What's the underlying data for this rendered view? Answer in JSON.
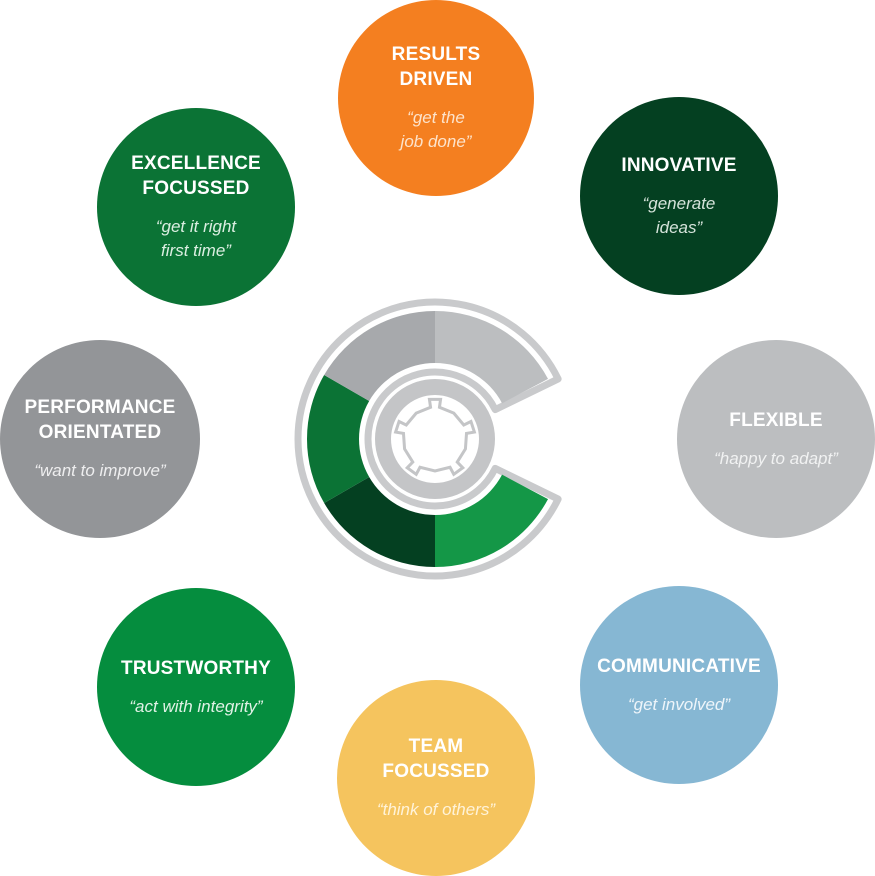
{
  "values": [
    {
      "title": "RESULTS\nDRIVEN",
      "quote": "“get the\njob done”",
      "bg": "#f47f20",
      "fg": "#ffffff",
      "quote_fg": "#fde3cb"
    },
    {
      "title": "INNOVATIVE",
      "quote": "“generate\nideas”",
      "bg": "#044021",
      "fg": "#ffffff",
      "quote_fg": "#d5e3da"
    },
    {
      "title": "FLEXIBLE",
      "quote": "“happy to adapt”",
      "bg": "#bcbec0",
      "fg": "#ffffff",
      "quote_fg": "#f1f2f2"
    },
    {
      "title": "COMMUNICATIVE",
      "quote": "“get involved”",
      "bg": "#86b7d3",
      "fg": "#ffffff",
      "quote_fg": "#eef5fa"
    },
    {
      "title": "TEAM\nFOCUSSED",
      "quote": "“think of others”",
      "bg": "#f5c45e",
      "fg": "#ffffff",
      "quote_fg": "#fff3d9"
    },
    {
      "title": "TRUSTWORTHY",
      "quote": "“act with integrity”",
      "bg": "#058d3e",
      "fg": "#ffffff",
      "quote_fg": "#e0f2e6"
    },
    {
      "title": "PERFORMANCE\nORIENTATED",
      "quote": "“want to improve”",
      "bg": "#939598",
      "fg": "#ffffff",
      "quote_fg": "#eeeeef"
    },
    {
      "title": "EXCELLENCE\nFOCUSSED",
      "quote": "“get it right\nfirst time”",
      "bg": "#0b7335",
      "fg": "#ffffff",
      "quote_fg": "#dcefe2"
    }
  ],
  "logo": {
    "segment_colors": [
      "#bcbec0",
      "#149747",
      "#044021",
      "#0b7335",
      "#a7a9ac"
    ],
    "outline_color": "#c9cacc",
    "inner_ring_color": "#c4c5c7"
  }
}
